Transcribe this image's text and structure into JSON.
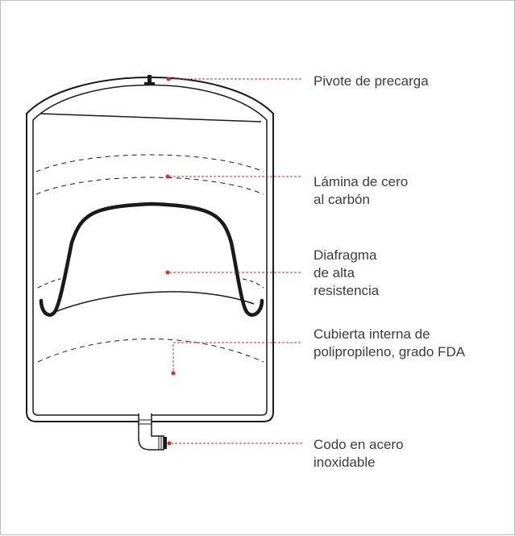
{
  "colors": {
    "frame_border": "#bdbdbd",
    "outline": "#1a1a1a",
    "callout_line": "#d62b2b",
    "label_text": "#3c3c3c"
  },
  "callouts": [
    {
      "id": "precharge-valve",
      "lines": [
        "Pivote de precarga"
      ]
    },
    {
      "id": "carbon-sheet",
      "lines": [
        "Lámina de cero",
        "al carbón"
      ]
    },
    {
      "id": "diaphragm",
      "lines": [
        "Diafragma",
        "de alta",
        "resistencia"
      ]
    },
    {
      "id": "liner",
      "lines": [
        "Cubierta interna de",
        "polipropileno, grado FDA"
      ]
    },
    {
      "id": "elbow",
      "lines": [
        "Codo en acero",
        "inoxidable"
      ]
    }
  ]
}
